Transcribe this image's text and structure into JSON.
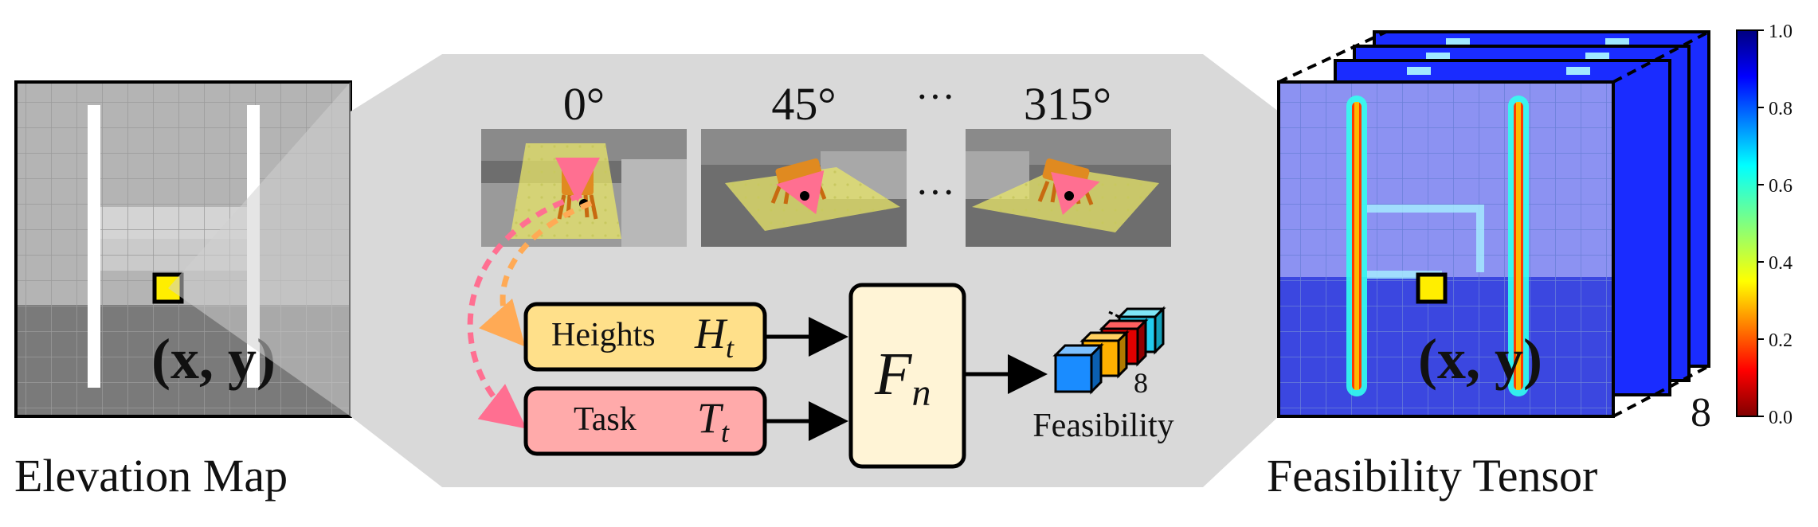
{
  "elevation_map": {
    "title": "Elevation Map",
    "point_label": "(x, y)"
  },
  "orientations": {
    "labels": [
      "0°",
      "45°",
      "315°"
    ],
    "ellipsis_top": "···",
    "ellipsis_mid": "···"
  },
  "network": {
    "heights_label": "Heights",
    "heights_symbol": "H",
    "heights_sub": "t",
    "task_label": "Task",
    "task_symbol": "T",
    "task_sub": "t",
    "model_symbol": "F",
    "model_sub": "n",
    "cube_count": "8",
    "output_label": "Feasibility"
  },
  "feasibility_tensor": {
    "title": "Feasibility Tensor",
    "point_label": "(x, y)",
    "depth_label": "8"
  },
  "colorbar": {
    "ticks": [
      "1.0",
      "0.8",
      "0.6",
      "0.4",
      "0.2",
      "0.0"
    ]
  },
  "colors": {
    "heights_box": "#ffe08a",
    "task_box": "#ffaaaa",
    "model_box": "#fff4d6",
    "panel_gray": "#d9d9d9",
    "marker_yellow": "#ffee00",
    "arrow_pink": "#ff6f91",
    "arrow_orange": "#ffaa55",
    "cube_blue": "#1a8cff",
    "cube_orange": "#ffb000",
    "cube_red": "#e00000",
    "cube_cyan": "#22ccee"
  }
}
